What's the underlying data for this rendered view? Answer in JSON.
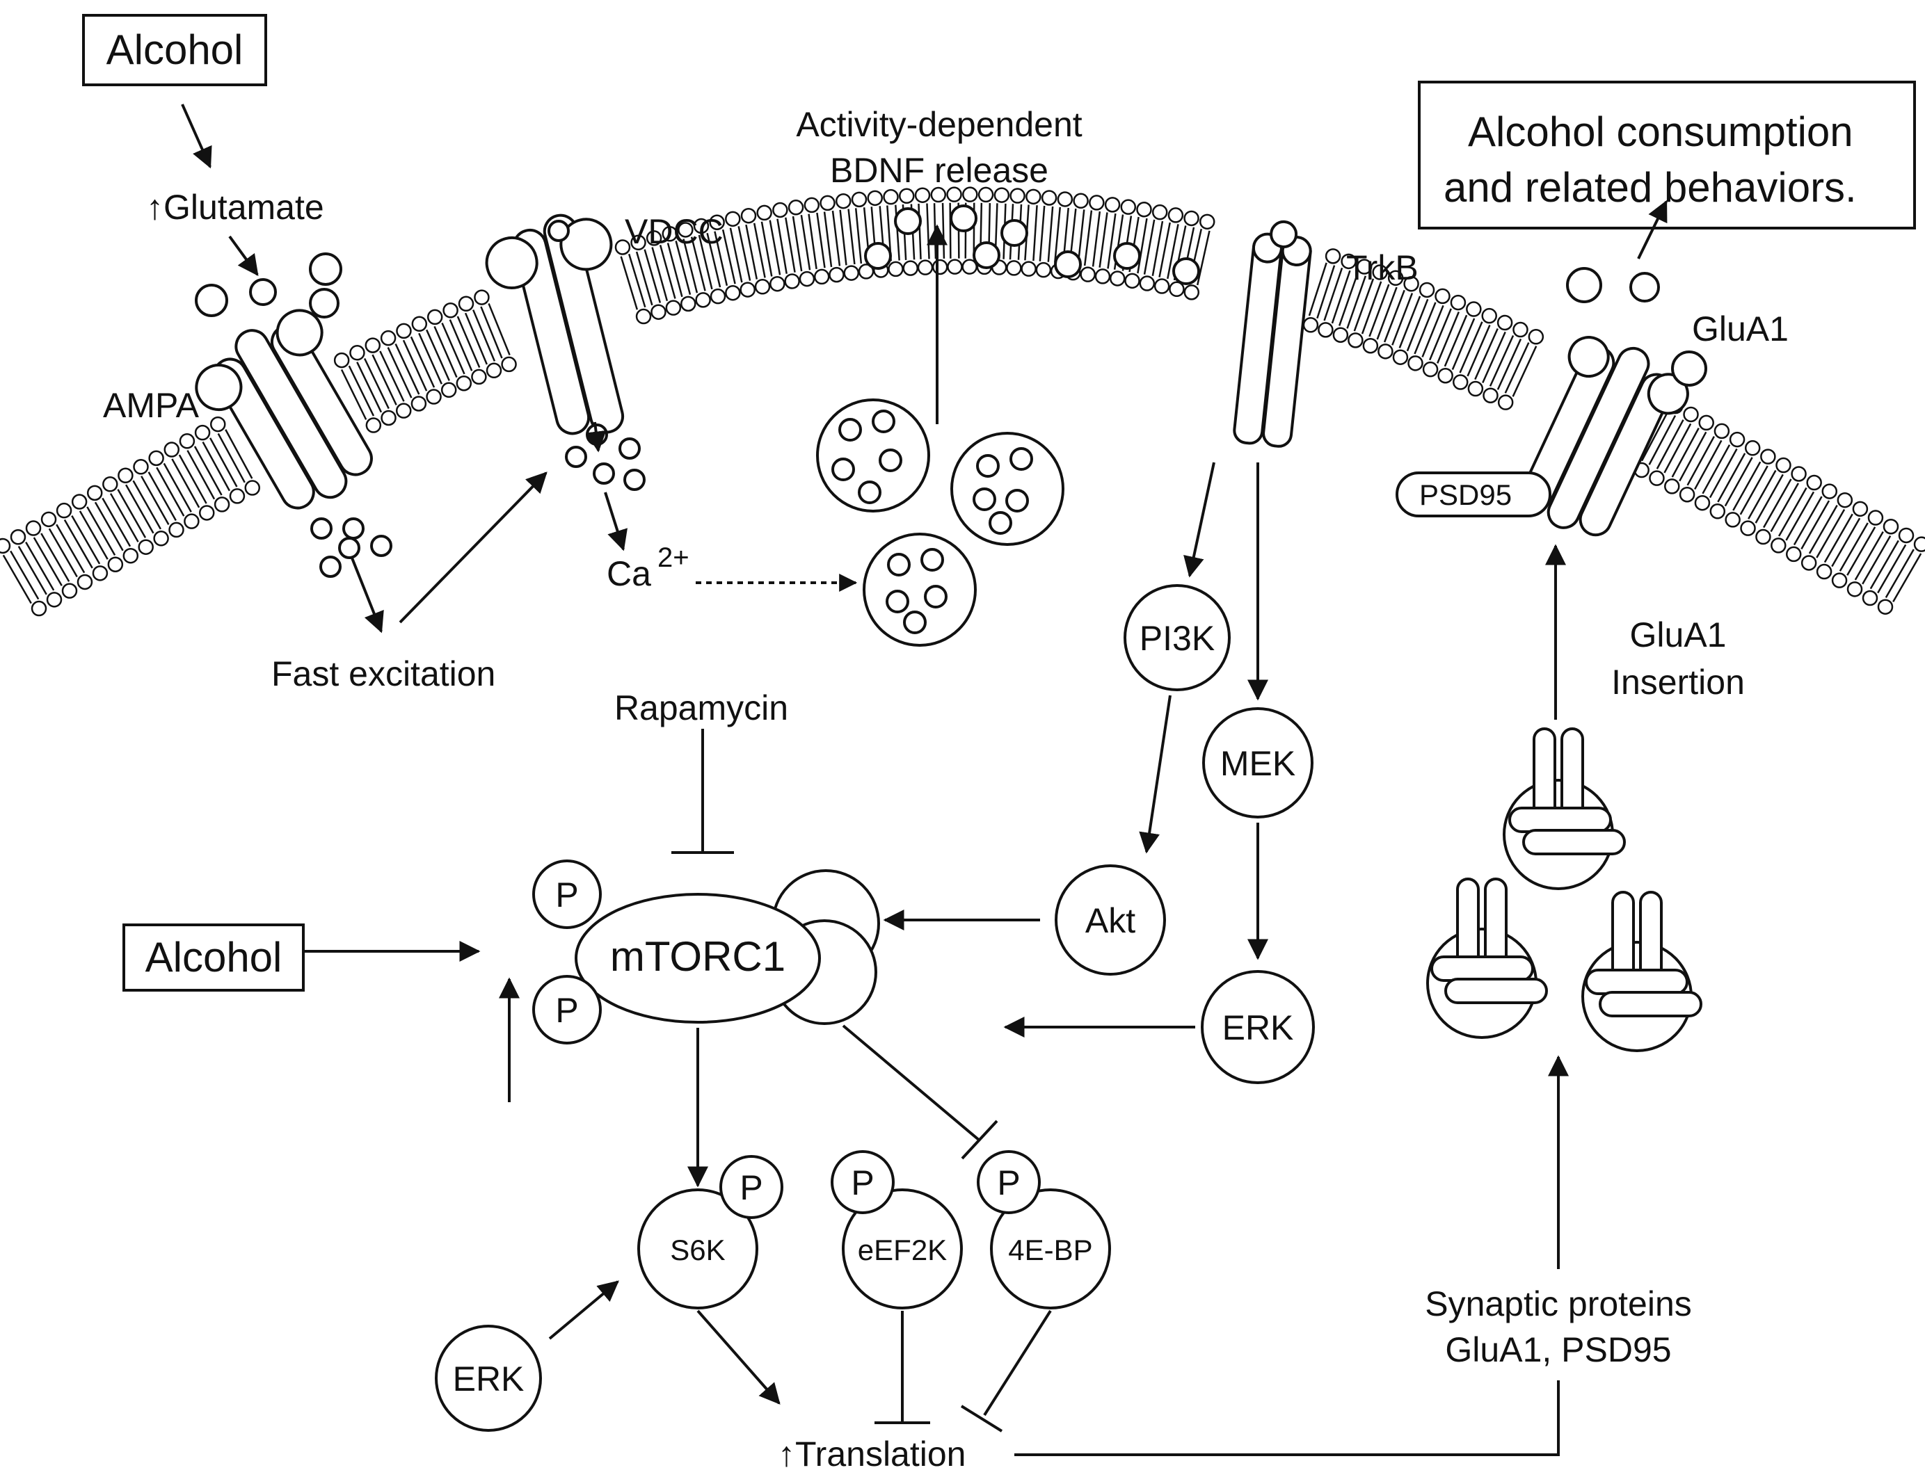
{
  "boxes": {
    "alcohol_top": "Alcohol",
    "alcohol_left": "Alcohol",
    "outcome_line1": "Alcohol consumption",
    "outcome_line2": "and related behaviors."
  },
  "labels": {
    "glutamate": "↑Glutamate",
    "ampa": "AMPA",
    "vdcc": "VDCC",
    "bdnf_line1": "Activity-dependent",
    "bdnf_line2": "BDNF release",
    "trkb": "TrkB",
    "glua1": "GluA1",
    "psd95": "PSD95",
    "calcium": "Ca",
    "calcium_charge": "2+",
    "fast_excitation": "Fast excitation",
    "rapamycin": "Rapamycin",
    "glua1_insertion_line1": "GluA1",
    "glua1_insertion_line2": "Insertion",
    "synaptic_line1": "Synaptic proteins",
    "synaptic_line2": "GluA1, PSD95",
    "translation": "↑Translation"
  },
  "nodes": {
    "pi3k": "PI3K",
    "mek": "MEK",
    "akt": "Akt",
    "erk_right": "ERK",
    "mtorc1": "mTORC1",
    "s6k": "S6K",
    "eef2k": "eEF2K",
    "4ebp": "4E-BP",
    "erk_left": "ERK",
    "phospho": "P"
  }
}
